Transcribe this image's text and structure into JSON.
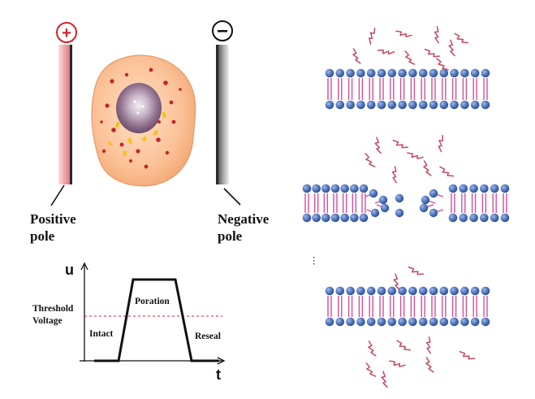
{
  "electrodes": {
    "positive": {
      "symbol": "+",
      "label_line1": "Positive",
      "label_line2": "pole",
      "symbol_color": "#d8202a",
      "fill_color": "#eea4a8"
    },
    "negative": {
      "symbol": "-",
      "label_line1": "Negative",
      "label_line2": "pole",
      "symbol_color": "#111111",
      "fill_color": "#a0a0a0"
    }
  },
  "cell": {
    "cytoplasm_color": "#f9b98a",
    "nucleus_color": "#8a6d87",
    "particle_color": "#c3252a",
    "granule_color": "#f3c21f"
  },
  "graph": {
    "y_label": "u",
    "x_label": "t",
    "threshold_label_line1": "Threshold",
    "threshold_label_line2": "Voltage",
    "phase_intact": "Intact",
    "phase_poration": "Poration",
    "phase_reseal": "Reseal",
    "threshold_color": "#d8202a"
  },
  "membrane_panels": {
    "head_color": "#3f65b0",
    "tail_color": "#d0509a",
    "molecule_color": "#c44a5e",
    "stages": [
      {
        "state": "intact",
        "molecules": "outside"
      },
      {
        "state": "porated",
        "molecules": "entering"
      },
      {
        "state": "resealed",
        "molecules": "inside"
      }
    ]
  }
}
